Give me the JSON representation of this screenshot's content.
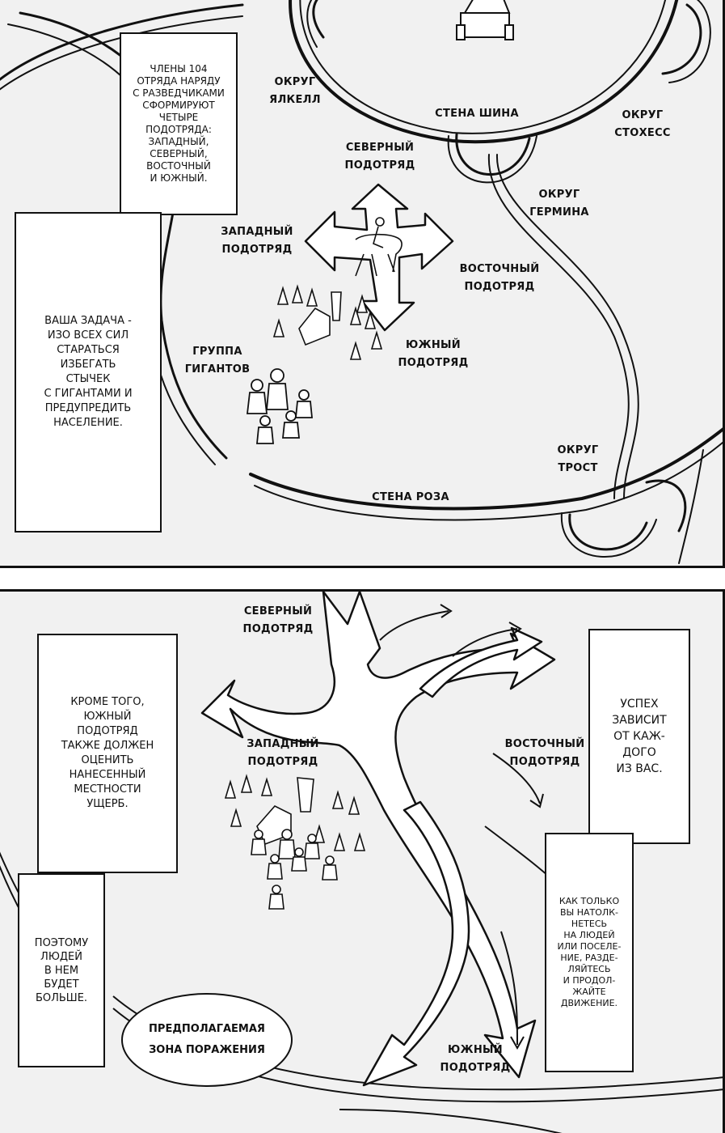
{
  "top_panel": {
    "caption_squads": "ЧЛЕНЫ 104\nОТРЯДА НАРЯДУ\nС РАЗВЕДЧИКАМИ\nСФОРМИРУЮТ\nЧЕТЫРЕ\nПОДОТРЯДА:\nЗАПАДНЫЙ,\nСЕВЕРНЫЙ,\nВОСТОЧНЫЙ\nИ ЮЖНЫЙ.",
    "caption_task": "ВАША ЗАДАЧА -\nИЗО ВСЕХ СИЛ\nСТАРАТЬСЯ\nИЗБЕГАТЬ\nСТЫЧЕК\nС ГИГАНТАМИ И\nПРЕДУПРЕДИТЬ\nНАСЕЛЕНИЕ.",
    "labels": {
      "district_yalkell": "ОКРУГ\nЯЛКЕЛЛ",
      "wall_sina": "СТЕНА ШИНА",
      "district_stohess": "ОКРУГ\nСТОХЕСС",
      "north_squad": "СЕВЕРНЫЙ\nПОДОТРЯД",
      "district_germina": "ОКРУГ\nГЕРМИНА",
      "west_squad": "ЗАПАДНЫЙ\nПОДОТРЯД",
      "east_squad": "ВОСТОЧНЫЙ\nПОДОТРЯД",
      "south_squad": "ЮЖНЫЙ\nПОДОТРЯД",
      "titan_group": "ГРУППА\nГИГАНТОВ",
      "district_trost": "ОКРУГ\nТРОСТ",
      "wall_rose": "СТЕНА РОЗА"
    }
  },
  "bottom_panel": {
    "caption_also": "КРОМЕ ТОГО,\nЮЖНЫЙ\nПОДОТРЯД\nТАКЖЕ ДОЛЖЕН\nОЦЕНИТЬ\nНАНЕСЕННЫЙ\nМЕСТНОСТИ\nУЩЕРБ.",
    "caption_success": "УСПЕХ\nЗАВИСИТ\nОТ КАЖ-\nДОГО\nИЗ ВАС.",
    "caption_people": "ПОЭТОМУ\nЛЮДЕЙ\nВ НЕМ\nБУДЕТ\nБОЛЬШЕ.",
    "caption_split": "КАК ТОЛЬКО\nВЫ НАТОЛК-\nНЕТЕСЬ\nНА ЛЮДЕЙ\nИЛИ ПОСЕЛЕ-\nНИЕ, РАЗДЕ-\nЛЯЙТЕСЬ\nИ ПРОДОЛ-\nЖАЙТЕ\nДВИЖЕНИЕ.",
    "bubble_zone": "ПРЕДПОЛАГАЕМАЯ\nЗОНА ПОРАЖЕНИЯ",
    "labels": {
      "north_squad": "СЕВЕРНЫЙ\nПОДОТРЯД",
      "west_squad": "ЗАПАДНЫЙ\nПОДОТРЯД",
      "east_squad": "ВОСТОЧНЫЙ\nПОДОТРЯД",
      "south_squad": "ЮЖНЫЙ\nПОДОТРЯД"
    }
  }
}
